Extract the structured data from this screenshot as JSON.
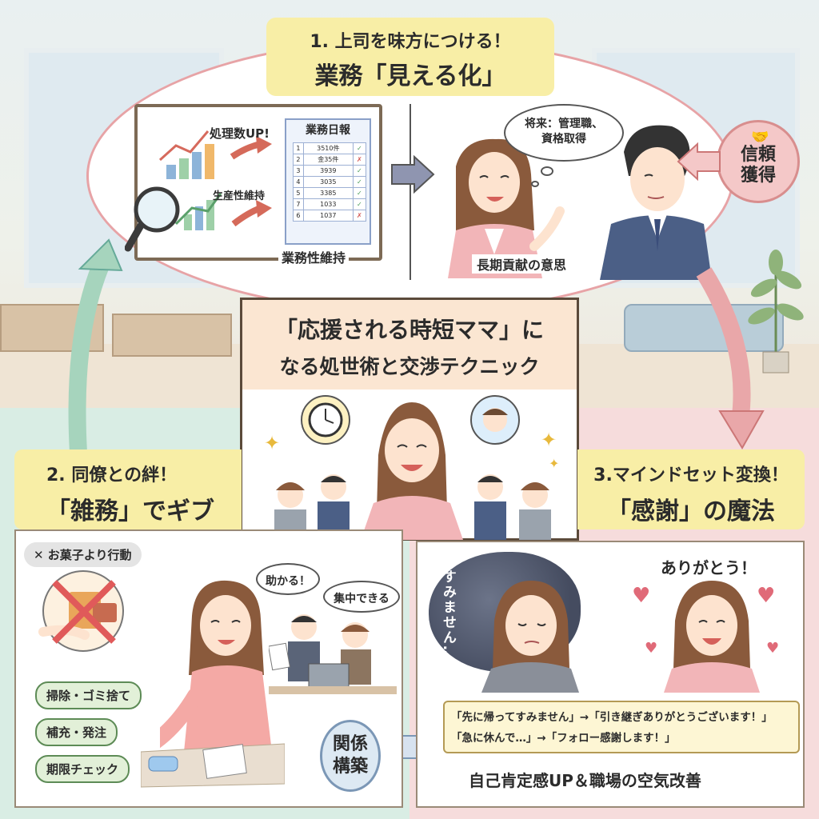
{
  "section1": {
    "heading": "1. 上司を味方につける！",
    "subheading": "業務「見える化」",
    "chart_label_top": "処理数UP!",
    "chart_label_mid": "生産性維持",
    "report_title": "業務日報",
    "report_rows": [
      [
        "1",
        "3510件",
        "✓"
      ],
      [
        "2",
        "金35件",
        "✗"
      ],
      [
        "3",
        "3939",
        "✓"
      ],
      [
        "4",
        "3035",
        "✓"
      ],
      [
        "5",
        "3385",
        "✓"
      ],
      [
        "7",
        "1033",
        "✓"
      ],
      [
        "6",
        "1037",
        "✗"
      ]
    ],
    "board_caption": "業務性維持",
    "thought_line1": "将来：管理職、",
    "thought_line2": "資格取得",
    "trust_line1": "信頼",
    "trust_line2": "獲得",
    "intent_caption": "長期貢献の意思"
  },
  "center": {
    "title_line1": "「応援される時短ママ」に",
    "title_line2": "なる処世術と交渉テクニック"
  },
  "section2": {
    "heading": "2. 同僚との絆！",
    "subheading": "「雑務」でギブ",
    "no_snacks": "✕ お菓子より行動",
    "bubble_help": "助かる！",
    "bubble_focus": "集中できる",
    "tasks": [
      "掃除・ゴミ捨て",
      "補充・発注",
      "期限チェック"
    ],
    "relation_line1": "関係",
    "relation_line2": "構築"
  },
  "section3": {
    "heading": "3.マインドセット変換！",
    "subheading": "「感謝」の魔法",
    "sorry_text": "すみません…",
    "thanks_text": "ありがとう！",
    "quote_line1": "「先に帰ってすみません」→「引き継ぎありがとうございます！」",
    "quote_line2": "「急に休んで…」→「フォロー感謝します！」",
    "bottom_caption": "自己肯定感UP＆職場の空気改善"
  },
  "colors": {
    "pink_accent": "#e7a3a6",
    "yellow_label": "#f8eea6",
    "green_bg": "#d9ede4",
    "pink_bg": "#f6dcdc"
  }
}
